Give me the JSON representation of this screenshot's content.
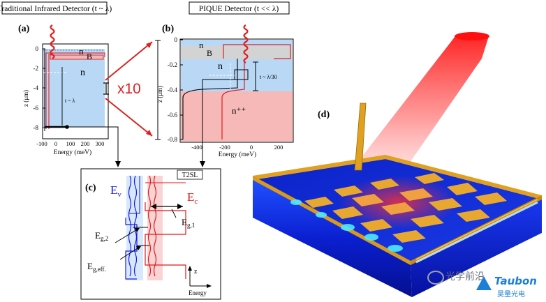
{
  "panel_a": {
    "title": "Traditional Infrared Detector (t ~ λ)",
    "label": "(a)",
    "ylabel": "z (μm)",
    "xlabel": "Energy (meV)",
    "yticks": [
      "0",
      "-2",
      "-4",
      "-6",
      "-8"
    ],
    "xticks": [
      "-100",
      "0",
      "100",
      "200",
      "300"
    ],
    "layer_n_top": "n",
    "layer_B": "B",
    "layer_n": "n",
    "thickness": "t ~ λ"
  },
  "scale_factor": "x10",
  "panel_b": {
    "title": "PIQUE Detector (t << λ)",
    "label": "(b)",
    "ylabel": "z (μm)",
    "xlabel": "Energy (meV)",
    "yticks": [
      "0",
      "-0.2",
      "-0.4",
      "-0.6",
      "-0.8"
    ],
    "xticks": [
      "-400",
      "-200",
      "0",
      "200"
    ],
    "layer_n_top": "n",
    "layer_B": "B",
    "layer_n": "n",
    "layer_npp": "n⁺⁺",
    "thickness": "t ~ λ/30"
  },
  "panel_c": {
    "label": "(c)",
    "tag": "T2SL",
    "ev": "E",
    "ev_sub": "v",
    "ec": "E",
    "ec_sub": "c",
    "eg1": "E",
    "eg1_sub": "g,1",
    "eg2": "E",
    "eg2_sub": "g,2",
    "egeff": "E",
    "egeff_sub": "g,eff.",
    "axis_z": "z",
    "axis_energy": "Energy"
  },
  "panel_d": {
    "label": "(d)"
  },
  "watermark": {
    "cn1": "光学前沿",
    "en": "Taubon",
    "cn2": "昊量光电"
  },
  "colors": {
    "n_region": "#b8d8f5",
    "npp_region": "#f7b8b8",
    "barrier": "#d3d3d3",
    "scale_red": "#e02020",
    "ev_blue": "#1a1adf",
    "ec_red": "#e01818",
    "gold": "#e0a020",
    "laser": "#ff2020"
  }
}
